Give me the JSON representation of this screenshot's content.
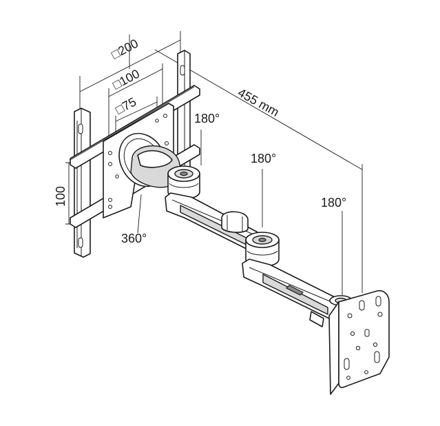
{
  "dimensions": {
    "vesa_200": "□200",
    "vesa_100": "□100",
    "vesa_75": "□75",
    "reach": "455 mm",
    "height_100": "100"
  },
  "rotations": {
    "tilt_joint": "180°",
    "middle_joint": "180°",
    "wall_joint": "180°",
    "plate_rotation": "360°"
  }
}
